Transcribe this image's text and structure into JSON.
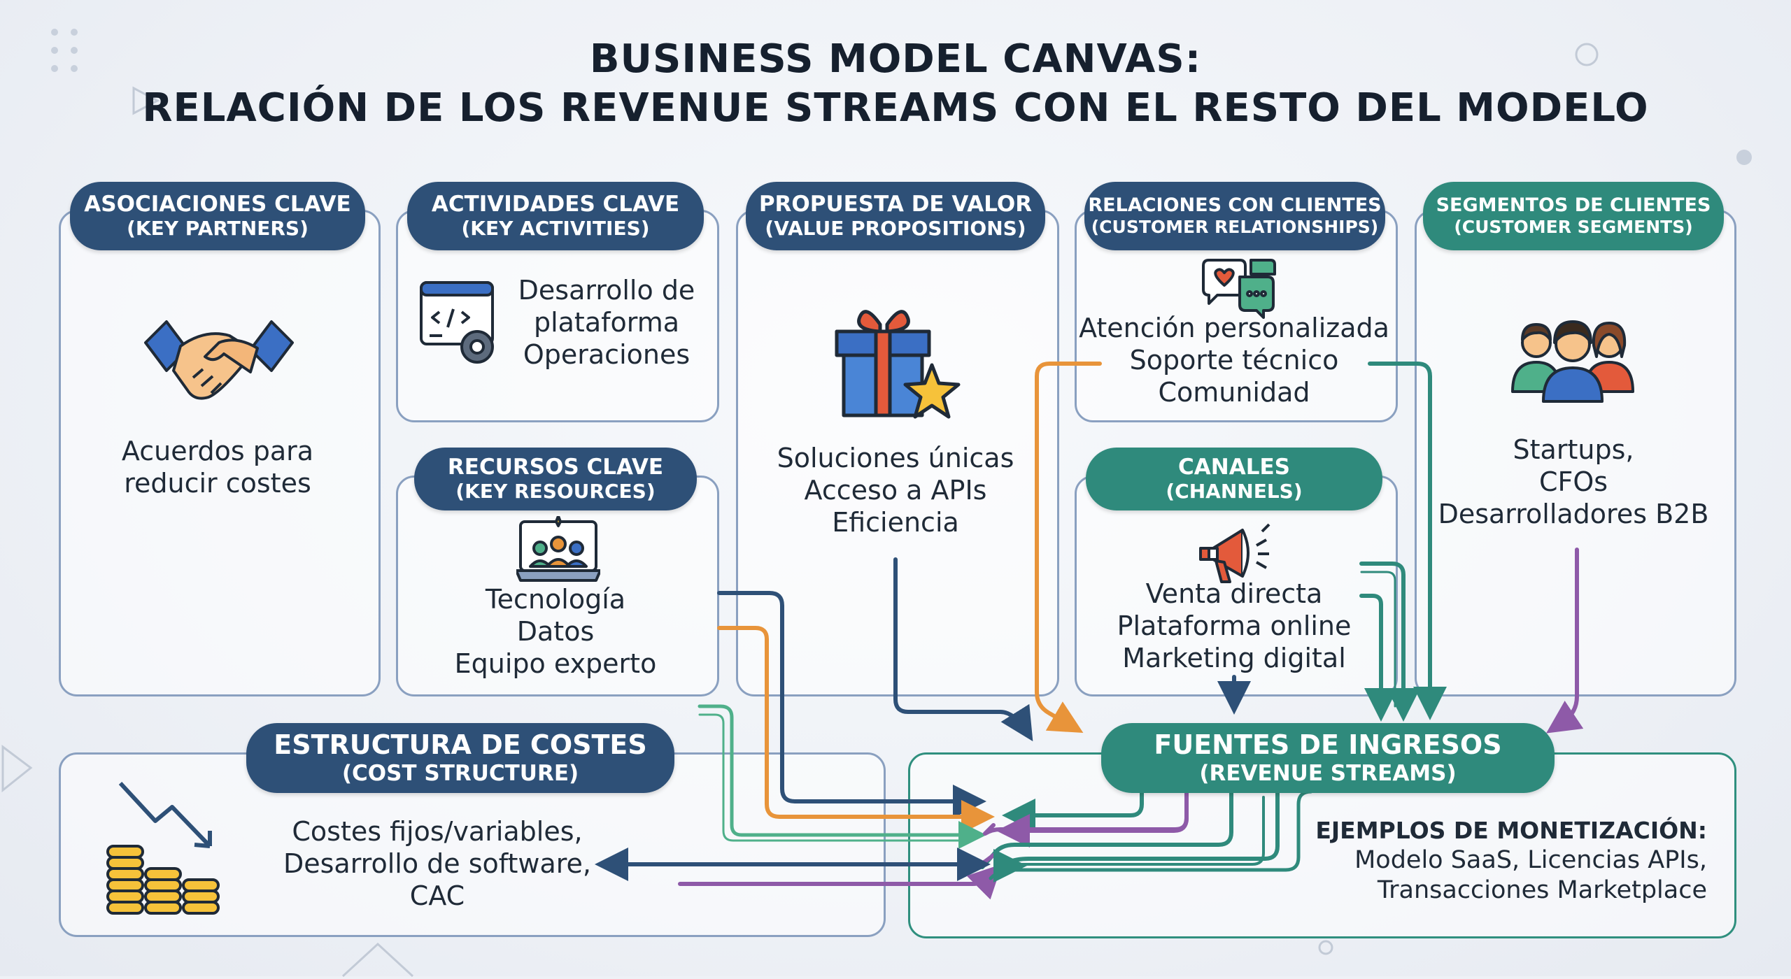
{
  "title": {
    "line1": "BUSINESS MODEL CANVAS:",
    "line2": "RELACIÓN DE LOS REVENUE STREAMS CON EL RESTO DEL MODELO"
  },
  "blocks": {
    "key_partners": {
      "label": "ASOCIACIONES CLAVE",
      "sublabel": "(KEY PARTNERS)",
      "items": [
        "Acuerdos para",
        "reducir costes"
      ],
      "icon": "handshake-icon"
    },
    "key_activities": {
      "label": "ACTIVIDADES CLAVE",
      "sublabel": "(KEY ACTIVITIES)",
      "items": [
        "Desarrollo de",
        "plataforma",
        "Operaciones"
      ],
      "icon": "code-gear-icon"
    },
    "key_resources": {
      "label": "RECURSOS CLAVE",
      "sublabel": "(KEY RESOURCES)",
      "items": [
        "Tecnología",
        "Datos",
        "Equipo experto"
      ],
      "icon": "team-laptop-icon"
    },
    "value_propositions": {
      "label": "PROPUESTA DE VALOR",
      "sublabel": "(VALUE PROPOSITIONS)",
      "items": [
        "Soluciones únicas",
        "Acceso a APIs",
        "Eficiencia"
      ],
      "icon": "gift-star-icon"
    },
    "customer_relationships": {
      "label": "RELACIONES CON CLIENTES",
      "sublabel": "(CUSTOMER RELATIONSHIPS)",
      "items": [
        "Atención personalizada",
        "Soporte técnico",
        "Comunidad"
      ],
      "icon": "chat-bubbles-icon"
    },
    "channels": {
      "label": "CANALES",
      "sublabel": "(CHANNELS)",
      "items": [
        "Venta directa",
        "Plataforma online",
        "Marketing digital"
      ],
      "icon": "megaphone-icon"
    },
    "customer_segments": {
      "label": "SEGMENTOS DE CLIENTES",
      "sublabel": "(CUSTOMER SEGMENTS)",
      "items": [
        "Startups,",
        "CFOs",
        "Desarrolladores B2B"
      ],
      "icon": "people-group-icon"
    },
    "cost_structure": {
      "label": "ESTRUCTURA DE COSTES",
      "sublabel": "(COST STRUCTURE)",
      "items": [
        "Costes fijos/variables,",
        "Desarrollo de software,",
        "CAC"
      ],
      "icon": "coins-down-icon"
    },
    "revenue_streams": {
      "label": "FUENTES DE INGRESOS",
      "sublabel": "(REVENUE STREAMS)",
      "heading": "EJEMPLOS DE MONETIZACIÓN:",
      "items": [
        "Modelo SaaS, Licencias APIs,",
        "Transacciones Marketplace"
      ]
    }
  },
  "colors": {
    "navy": "#2e5077",
    "teal": "#2f8a7c",
    "orange": "#e8943a",
    "purple": "#8e5aa8",
    "green": "#4fb08a",
    "border": "#8aa0c0"
  }
}
